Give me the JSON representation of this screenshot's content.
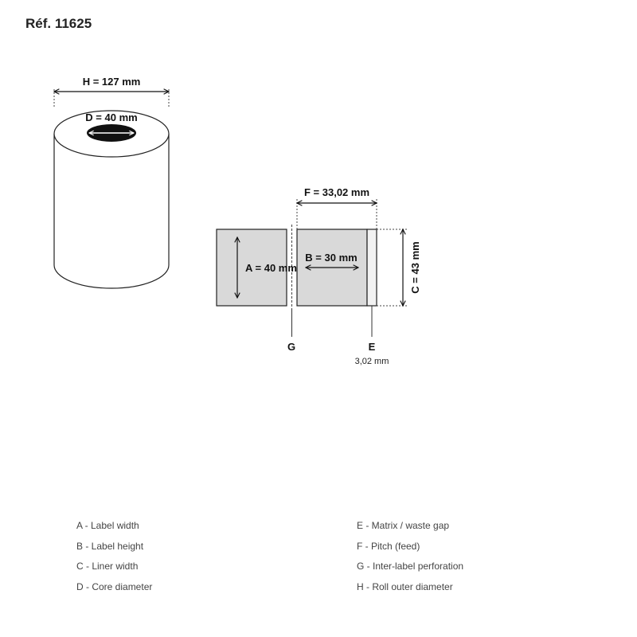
{
  "reference": "Réf. 11625",
  "roll": {
    "outer_diameter_label": "H = 127 mm",
    "core_diameter_label": "D = 40 mm"
  },
  "label": {
    "pitch_label": "F = 33,02 mm",
    "width_label": "A = 40 mm",
    "height_label": "B = 30 mm",
    "liner_label": "C = 43 mm",
    "perforation_letter": "G",
    "gap_letter": "E",
    "gap_value": "3,02 mm"
  },
  "legend_left": [
    "A - Label width",
    "B - Label height",
    "C - Liner width",
    "D - Core diameter"
  ],
  "legend_right": [
    "E - Matrix / waste gap",
    "F - Pitch (feed)",
    "G - Inter-label perforation",
    "H - Roll outer diameter"
  ],
  "colors": {
    "label_fill": "#d9d9d9",
    "core_fill": "#111111",
    "line": "#222222"
  }
}
